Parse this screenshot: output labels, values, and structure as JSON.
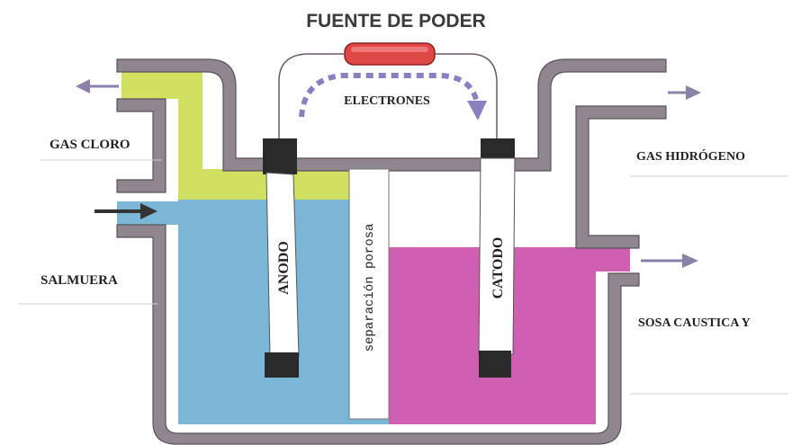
{
  "title": "FUENTE DE PODER",
  "labels": {
    "electrons": "ELECTRONES",
    "chlorine_gas": "GAS CLORO",
    "brine": "SALMUERA",
    "hydrogen_gas": "GAS HIDRÓGENO",
    "caustic_soda": "SOSA CAUSTICA Y",
    "anode": "ANODO",
    "cathode": "CATODO",
    "porous_separator": "separación porosa"
  },
  "colors": {
    "tank_wall": "#8f868f",
    "tank_outline": "#5a525a",
    "chlorine": "#d2e061",
    "brine": "#7ab6d6",
    "caustic": "#cf5fb0",
    "power_source": "#e04848",
    "arrows": "#8a80a8",
    "electron_arrow": "#8a7fbf"
  }
}
